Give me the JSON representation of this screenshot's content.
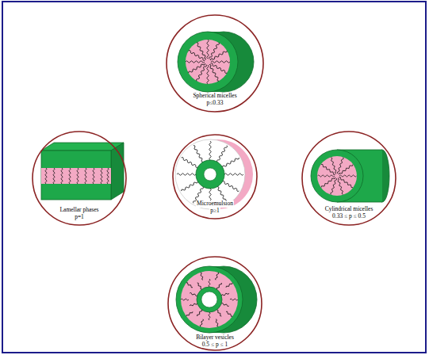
{
  "diagram": {
    "nodes": [
      {
        "text": [
          "Spherical micelles",
          "p≤0.33"
        ]
      },
      {
        "text": [
          "Lamellar phases",
          "p=1"
        ]
      },
      {
        "text": [
          "Microemulsion",
          "p≥1"
        ]
      },
      {
        "text": [
          "Cylindrical micelles",
          "0.33 ≤ p ≤ 0.5"
        ]
      },
      {
        "text": [
          "Bilayer vesicles",
          "0.5 ≤ p ≤ 1"
        ]
      }
    ]
  }
}
